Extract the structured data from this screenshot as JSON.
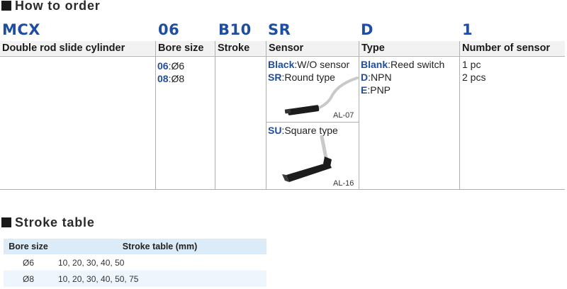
{
  "how_to_order": {
    "title": "How to order",
    "codes": {
      "model": "MCX",
      "bore": "06",
      "stroke": "B10",
      "sensor": "SR",
      "type": "D",
      "number": "1"
    },
    "headers": {
      "model": "Double rod slide cylinder",
      "bore": "Bore size",
      "stroke": "Stroke",
      "sensor": "Sensor",
      "type": "Type",
      "number": "Number of sensor"
    },
    "bore_options": [
      {
        "code": "06",
        "value": "Ø6"
      },
      {
        "code": "08",
        "value": "Ø8"
      }
    ],
    "sensor_options": [
      {
        "code": "Black",
        "value": "W/O sensor"
      },
      {
        "code": "SR",
        "value": "Round type"
      },
      {
        "code": "SU",
        "value": "Square type"
      }
    ],
    "sensor_images": {
      "round": "AL-07",
      "square": "AL-16"
    },
    "type_options": [
      {
        "code": "Blank",
        "value": "Reed switch"
      },
      {
        "code": "D",
        "value": "NPN"
      },
      {
        "code": "E",
        "value": "PNP"
      }
    ],
    "number_options": [
      "1 pc",
      "2 pcs"
    ]
  },
  "stroke_table": {
    "title": "Stroke table",
    "headers": {
      "bore": "Bore size",
      "strokes": "Stroke table (mm)"
    },
    "rows": [
      {
        "bore": "Ø6",
        "strokes": "10, 20, 30, 40, 50"
      },
      {
        "bore": "Ø8",
        "strokes": "10, 20, 30, 40, 50, 75"
      }
    ]
  }
}
